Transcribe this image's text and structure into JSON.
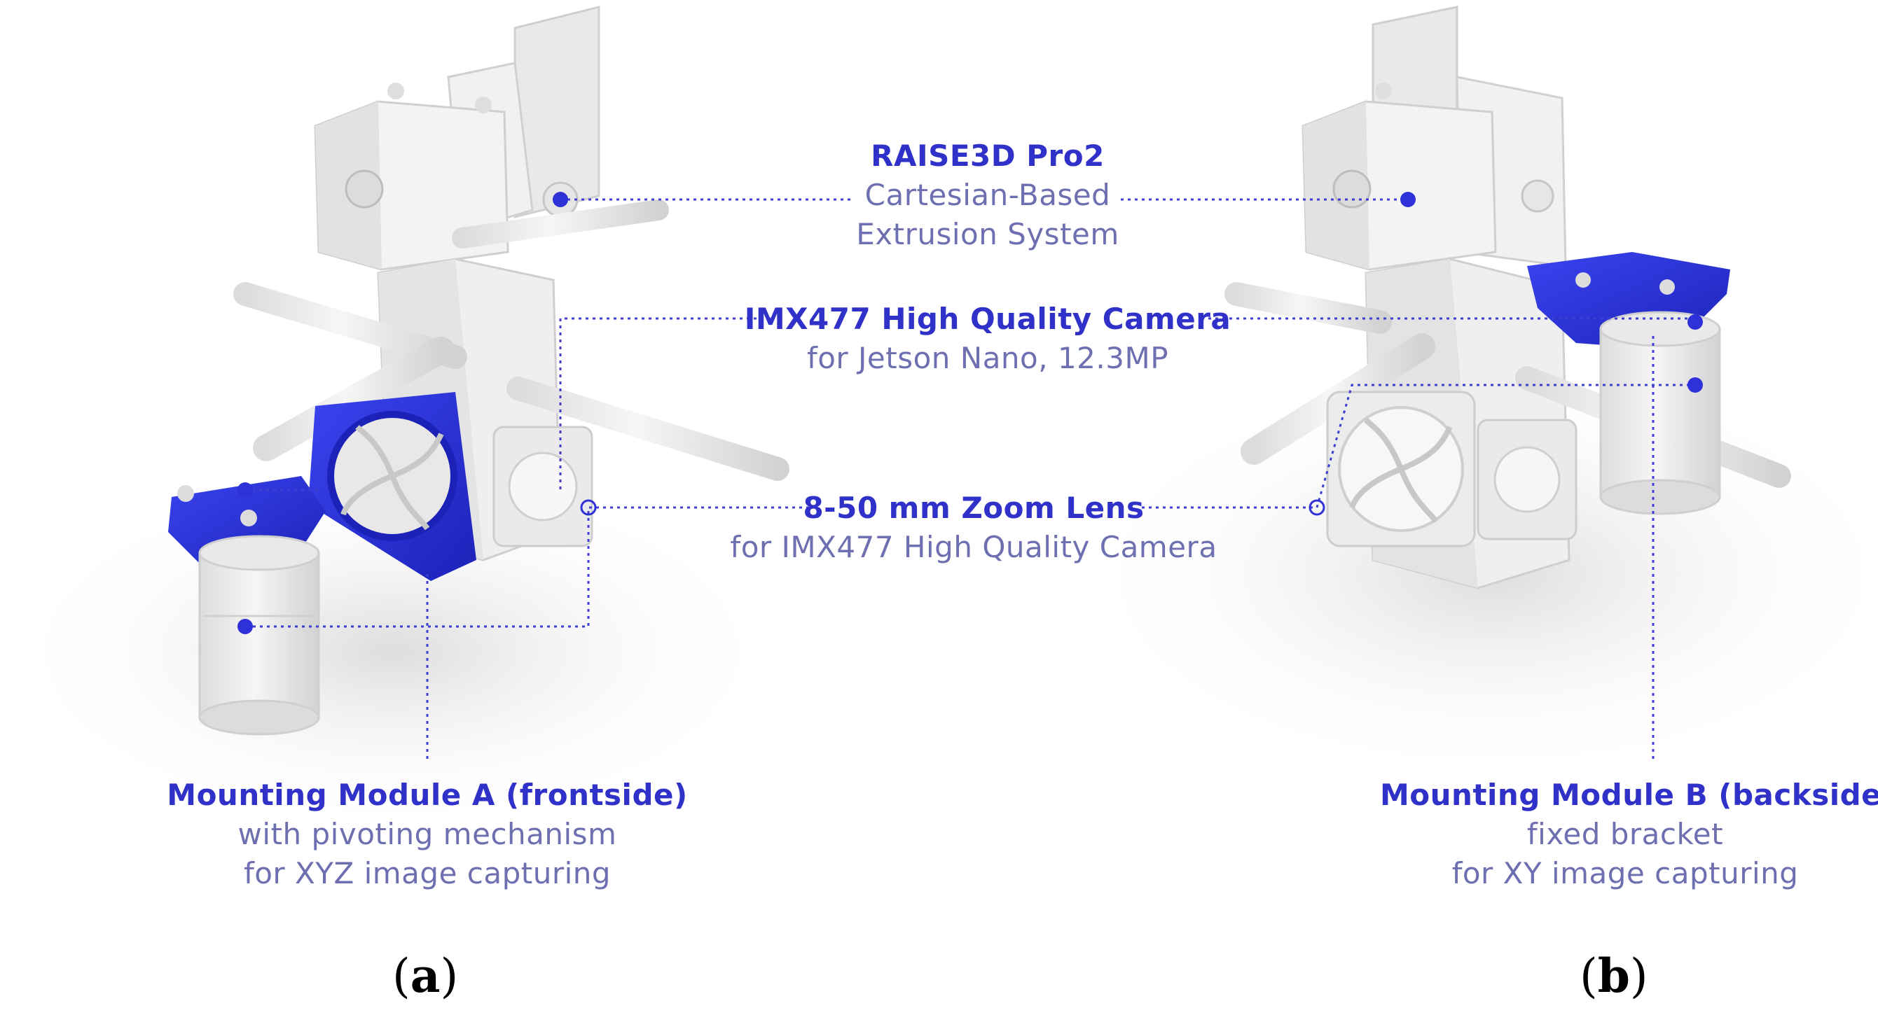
{
  "colors": {
    "accent": "#2f31c8",
    "label_gray": "#6d6fb0",
    "body": "#eeeeee",
    "blue_part": "#2b32e0"
  },
  "labels": {
    "extruder": {
      "title": "RAISE3D Pro2",
      "line2": "Cartesian-Based",
      "line3": "Extrusion System"
    },
    "camera": {
      "title": "IMX477 High Quality Camera",
      "line2": "for Jetson Nano, 12.3MP"
    },
    "lens": {
      "title": "8-50 mm Zoom Lens",
      "line2": "for IMX477 High Quality Camera"
    },
    "module_a": {
      "title": "Mounting Module A (frontside)",
      "line2": "with pivoting mechanism",
      "line3": "for XYZ image capturing"
    },
    "module_b": {
      "title": "Mounting Module B (backside)",
      "line2": "fixed bracket",
      "line3": "for XY image capturing"
    }
  },
  "panels": {
    "a": {
      "open": "(",
      "letter": "a",
      "close": ")"
    },
    "b": {
      "open": "(",
      "letter": "b",
      "close": ")"
    }
  }
}
